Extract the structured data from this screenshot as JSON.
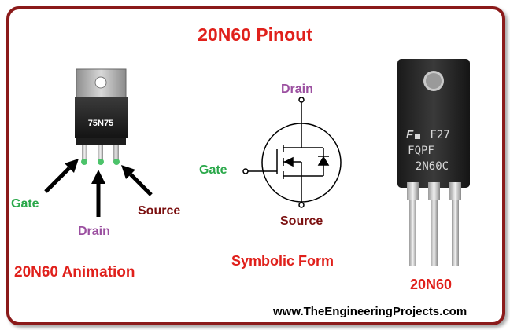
{
  "title": "20N60 Pinout",
  "left_panel": {
    "chip_marking": "75N75",
    "pin_labels": {
      "gate": "Gate",
      "drain": "Drain",
      "source": "Source"
    },
    "caption": "20N60 Animation"
  },
  "center_panel": {
    "pin_labels": {
      "drain": "Drain",
      "gate": "Gate",
      "source": "Source"
    },
    "caption": "Symbolic Form"
  },
  "right_panel": {
    "chip_marking_line1": "F27",
    "chip_marking_line2": "FQPF",
    "chip_marking_line3": "2N60C",
    "caption": "20N60"
  },
  "footer": {
    "website": "www.TheEngineeringProjects.com"
  },
  "colors": {
    "title": "#e0201b",
    "gate": "#2aa84a",
    "drain": "#9b4fa0",
    "source": "#7b1010",
    "caption": "#e0201b",
    "frame": "#8b1a1a"
  }
}
